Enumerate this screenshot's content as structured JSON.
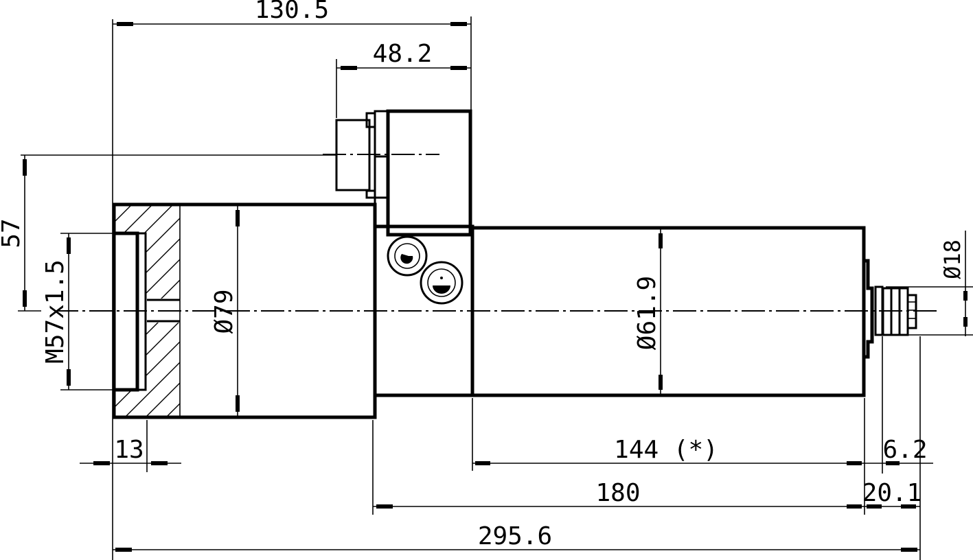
{
  "drawing": {
    "title": "Spindle motor dimensional drawing (side view, partial section)",
    "line_color": "#000000",
    "background": "#ffffff"
  },
  "dimensions": {
    "overall_width_top": "130.5",
    "connector_width": "48.2",
    "height_to_connector": "57",
    "thread": "M57x1.5",
    "front_diameter": "Ø79",
    "rear_diameter": "Ø61.9",
    "shaft_diameter": "Ø18",
    "front_flange": "13",
    "rear_body_length": "144 (*)",
    "shaft_length": "6.2",
    "mid_length": "180",
    "end_length": "20.1",
    "overall_length": "295.6"
  }
}
